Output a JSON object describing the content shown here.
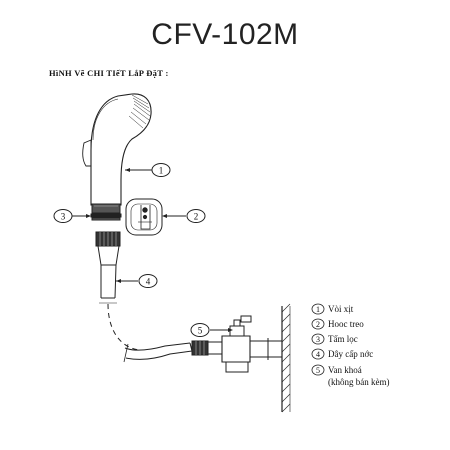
{
  "title": "CFV-102M",
  "subtitle": "HìNH Vẽ CHI TIếT LắP ĐặT :",
  "callouts": [
    {
      "num": "1",
      "label": "Vòi xịt"
    },
    {
      "num": "2",
      "label": "Hooc treo"
    },
    {
      "num": "3",
      "label": "Tấm lọc"
    },
    {
      "num": "4",
      "label": "Dây cấp nớc"
    },
    {
      "num": "5",
      "label": "Van khoá",
      "label2": "(không bán kèm)"
    }
  ]
}
